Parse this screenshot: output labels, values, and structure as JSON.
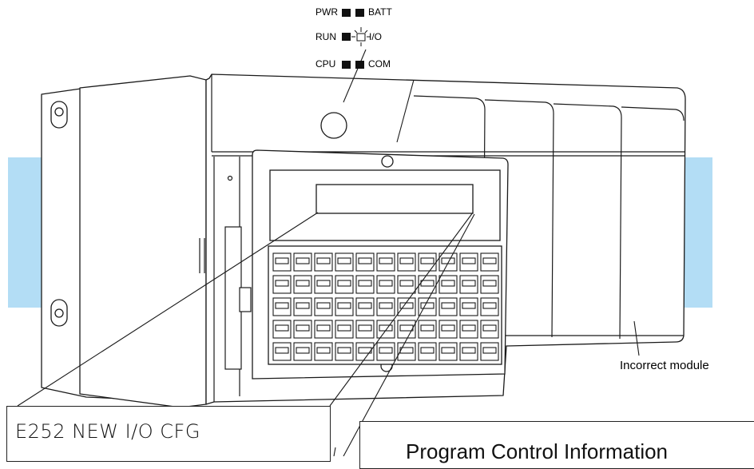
{
  "indicators": {
    "pwr": "PWR",
    "batt": "BATT",
    "run": "RUN",
    "io": "I/O",
    "cpu": "CPU",
    "com": "COM"
  },
  "callouts": {
    "incorrect_module": "Incorrect module"
  },
  "lcd_display": {
    "message": "E252 NEW I/O CFG"
  },
  "info_panel": {
    "title": "Program Control Information"
  },
  "colors": {
    "highlight_band": "#b3ddf5",
    "outline": "#1a1a1a",
    "led_on": "#111111"
  }
}
